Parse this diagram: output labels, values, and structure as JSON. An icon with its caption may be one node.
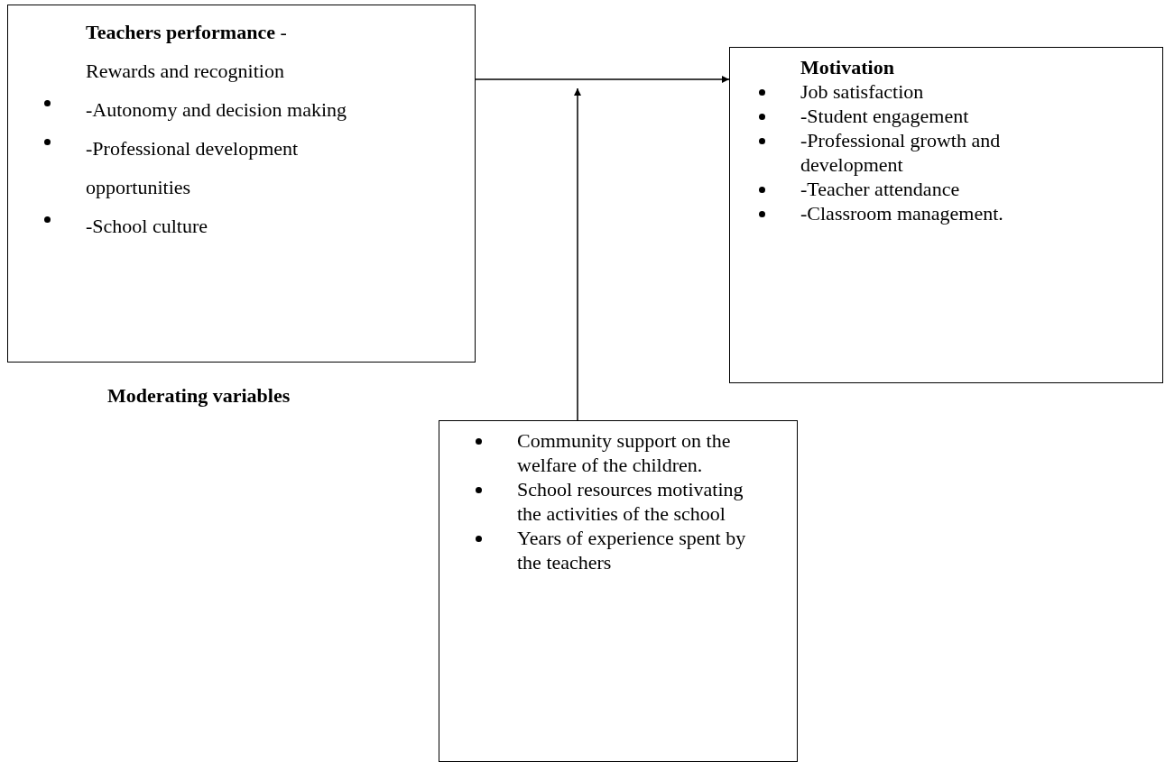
{
  "diagram": {
    "nodes": [
      {
        "text": [
          "**Teachers performance** -",
          "Rewards and recognition",
          "-Autonomy and decision making",
          "-Professional development opportunities",
          "-School culture"
        ]
      },
      {
        "text": [
          "Motivation",
          "Job satisfaction",
          "-Student engagement",
          "-Professional growth and development",
          "-Teacher attendance",
          "-Classroom management."
        ]
      },
      {
        "text": [
          "Community support on the welfare of the children.",
          "School resources motivating the activities of the school",
          "Years of experience spent by the teachers"
        ]
      }
    ],
    "edges": [
      {
        "from": 0,
        "to": 1,
        "arrow": "to"
      },
      {
        "from": 2,
        "to": null,
        "arrow": "to"
      }
    ],
    "labels": [
      "Moderating variables"
    ]
  }
}
